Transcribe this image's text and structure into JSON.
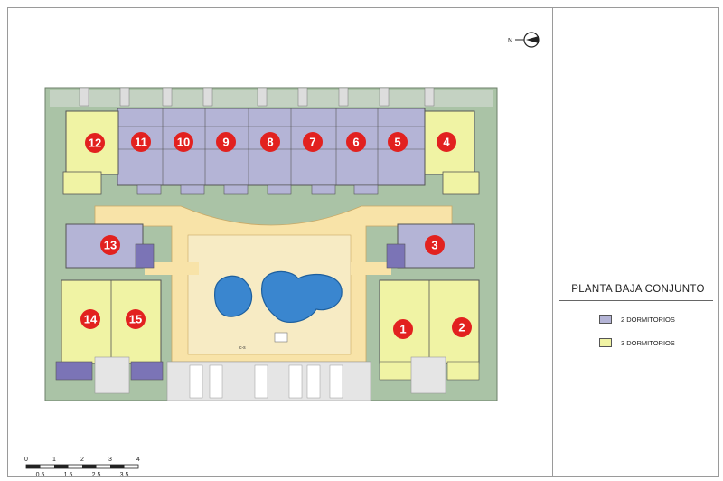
{
  "legend": {
    "title": "PLANTA BAJA CONJUNTO",
    "items": [
      {
        "label": "2 DORMITORIOS",
        "color": "#b4b4d6"
      },
      {
        "label": "3 DORMITORIOS",
        "color": "#f0f3a4"
      }
    ]
  },
  "scale": {
    "major": [
      "0",
      "1",
      "2",
      "3",
      "4"
    ],
    "minor": [
      "0.5",
      "1.5",
      "2.5",
      "3.5"
    ]
  },
  "units": [
    "1",
    "2",
    "3",
    "4",
    "5",
    "6",
    "7",
    "8",
    "9",
    "10",
    "11",
    "12",
    "13",
    "14",
    "15"
  ],
  "colors": {
    "two_bedroom": "#b4b4d6",
    "three_bedroom": "#f0f3a4",
    "plaza": "#f8e3a8",
    "pool": "#3a86cf",
    "garden": "#aac3a6",
    "marker": "#e2211f",
    "terrace_purple": "#7b74b6"
  },
  "pool_text": "c-s"
}
